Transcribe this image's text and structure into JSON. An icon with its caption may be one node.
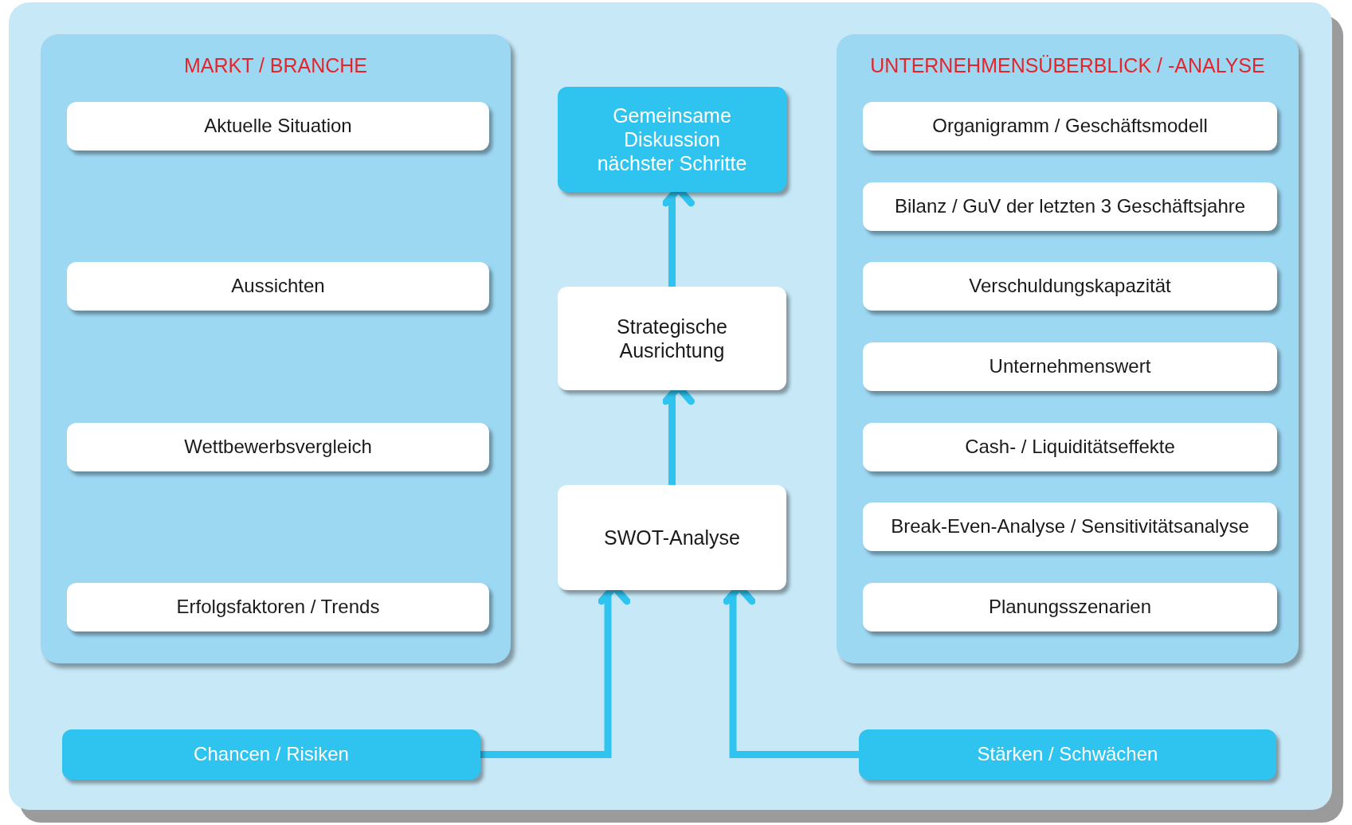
{
  "diagram": {
    "nodes": [
      {
        "text": [
          "MARKT / BRANCHE"
        ]
      },
      {
        "text": [
          "Aktuelle Situation"
        ],
        "in": 0
      },
      {
        "text": [
          "Aussichten"
        ],
        "in": 0
      },
      {
        "text": [
          "Wettbewerbsvergleich"
        ],
        "in": 0
      },
      {
        "text": [
          "Erfolgsfaktoren / Trends"
        ],
        "in": 0
      },
      {
        "text": [
          "UNTERNEHMENSÜBERBLICK / -ANALYSE"
        ]
      },
      {
        "text": [
          "Organigramm / Geschäftsmodell"
        ],
        "in": 5
      },
      {
        "text": [
          "Bilanz / GuV der letzten 3 Geschäftsjahre"
        ],
        "in": 5
      },
      {
        "text": [
          "Verschuldungskapazität"
        ],
        "in": 5
      },
      {
        "text": [
          "Unternehmenswert"
        ],
        "in": 5
      },
      {
        "text": [
          "Cash- / Liquiditätseffekte"
        ],
        "in": 5
      },
      {
        "text": [
          "Break-Even-Analyse / Sensitivitätsanalyse"
        ],
        "in": 5
      },
      {
        "text": [
          "Planungsszenarien"
        ],
        "in": 5
      },
      {
        "text": [
          "Gemeinsame Diskussion nächster Schritte"
        ]
      },
      {
        "text": [
          "Strategische Ausrichtung"
        ]
      },
      {
        "text": [
          "SWOT-Analyse"
        ]
      },
      {
        "text": [
          "Chancen / Risiken"
        ]
      },
      {
        "text": [
          "Stärken / Schwächen"
        ]
      }
    ],
    "edges": [
      {
        "from": 15,
        "to": 14,
        "arrow": "to"
      },
      {
        "from": 14,
        "to": 13,
        "arrow": "to"
      },
      {
        "from": 16,
        "to": 15,
        "arrow": "to"
      },
      {
        "from": 17,
        "to": 15,
        "arrow": "to"
      }
    ]
  }
}
